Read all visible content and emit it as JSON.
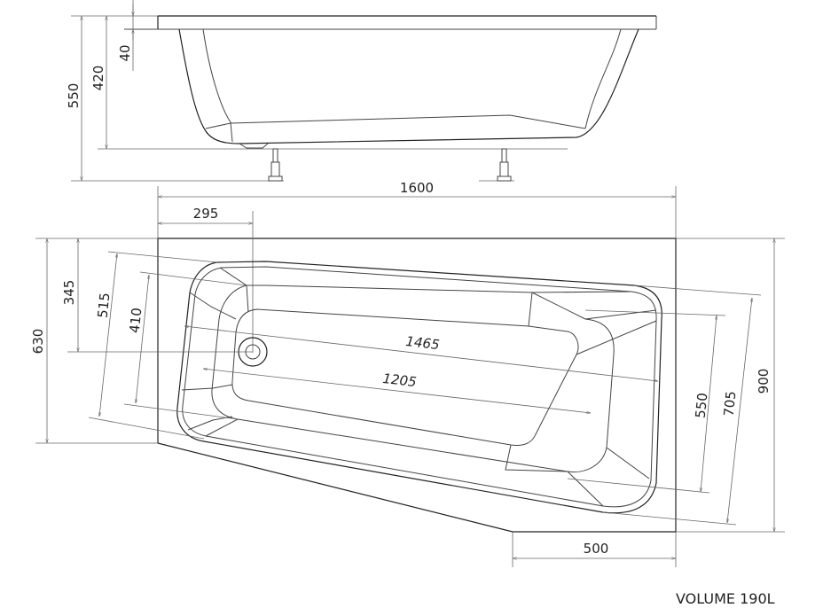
{
  "side_view": {
    "height_total": "550",
    "height_tub": "420",
    "rim": "40"
  },
  "top_view": {
    "length": "1600",
    "drain_offset": "295",
    "left_width": "630",
    "drain_from_top": "345",
    "inner_width_outer": "515",
    "inner_width_bottom": "410",
    "inner_length_outer": "1465",
    "inner_length_bottom": "1205",
    "right_width": "900",
    "right_inner_outer": "705",
    "right_inner_bottom": "550",
    "bottom_edge": "500"
  },
  "volume_label": "VOLUME 190L"
}
